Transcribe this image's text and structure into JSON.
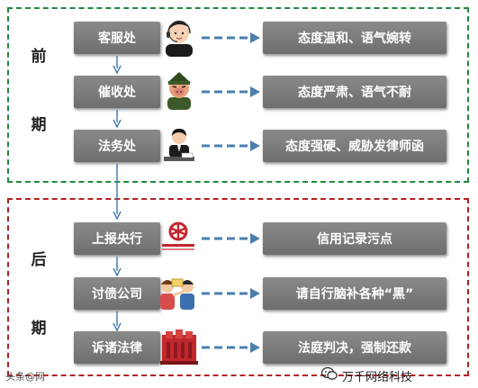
{
  "early_phase": {
    "label_top": "前",
    "label_bottom": "期",
    "steps": [
      {
        "dept": "客服处",
        "result": "态度温和、语气婉转",
        "icon": "customer-service-agent-icon"
      },
      {
        "dept": "催收处",
        "result": "态度严肃、语气不耐",
        "icon": "angry-collector-icon"
      },
      {
        "dept": "法务处",
        "result": "态度强硬、威胁发律师函",
        "icon": "lawyer-at-desk-icon"
      }
    ]
  },
  "late_phase": {
    "label_top": "后",
    "label_bottom": "期",
    "steps": [
      {
        "dept": "上报央行",
        "result": "信用记录污点",
        "icon": "central-bank-logo-icon"
      },
      {
        "dept": "讨债公司",
        "result": "请自行脑补各种“黑”",
        "icon": "debt-collection-fight-icon"
      },
      {
        "dept": "诉诸法律",
        "result": "法庭判决，强制还款",
        "icon": "courthouse-icon"
      }
    ]
  },
  "footer": {
    "left_watermark": "头条@网",
    "right_brand": "万千网络科技",
    "brand_icon": "wechat-icon"
  },
  "colors": {
    "early_border": "#1f8a3a",
    "late_border": "#b22222",
    "box_gray": "#7a7a7a",
    "arrow_blue": "#4a7fb0"
  }
}
